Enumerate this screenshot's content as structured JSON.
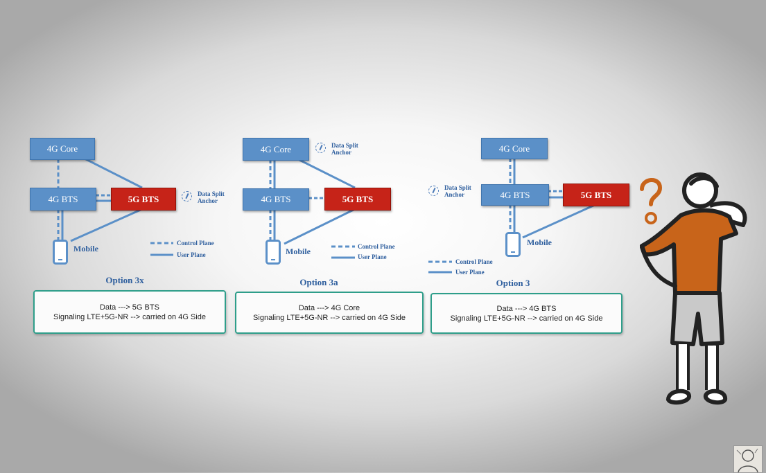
{
  "options": [
    {
      "title": "Option 3x",
      "core": "4G Core",
      "bts4": "4G BTS",
      "bts5": "5G BTS",
      "mobile": "Mobile",
      "split": [
        "Data Split",
        "Anchor"
      ],
      "legend": {
        "control": "Control Plane",
        "user": "User Plane"
      },
      "desc": [
        "Data ---> 5G BTS",
        "Signaling LTE+5G-NR --> carried on 4G Side"
      ]
    },
    {
      "title": "Option 3a",
      "core": "4G Core",
      "bts4": "4G BTS",
      "bts5": "5G BTS",
      "mobile": "Mobile",
      "split": [
        "Data Split",
        "Anchor"
      ],
      "legend": {
        "control": "Control Plane",
        "user": "User Plane"
      },
      "desc": [
        "Data ---> 4G Core",
        "Signaling LTE+5G-NR --> carried on 4G Side"
      ]
    },
    {
      "title": "Option 3",
      "core": "4G Core",
      "bts4": "4G BTS",
      "bts5": "5G BTS",
      "mobile": "Mobile",
      "split": [
        "Data Split",
        "Anchor"
      ],
      "legend": {
        "control": "Control Plane",
        "user": "User Plane"
      },
      "desc": [
        "Data ---> 4G BTS",
        "Signaling LTE+5G-NR --> carried on 4G Side"
      ]
    }
  ],
  "colors": {
    "node_blue": "#5b90c8",
    "node_red": "#c62318",
    "line": "#5b90c8",
    "box_border": "#2e9e8a",
    "person_shirt": "#c8641a"
  },
  "icons": [
    "data-split-anchor-icon",
    "mobile-phone-icon",
    "question-mark-icon",
    "confused-person-illustration",
    "presenter-thumbnail"
  ]
}
